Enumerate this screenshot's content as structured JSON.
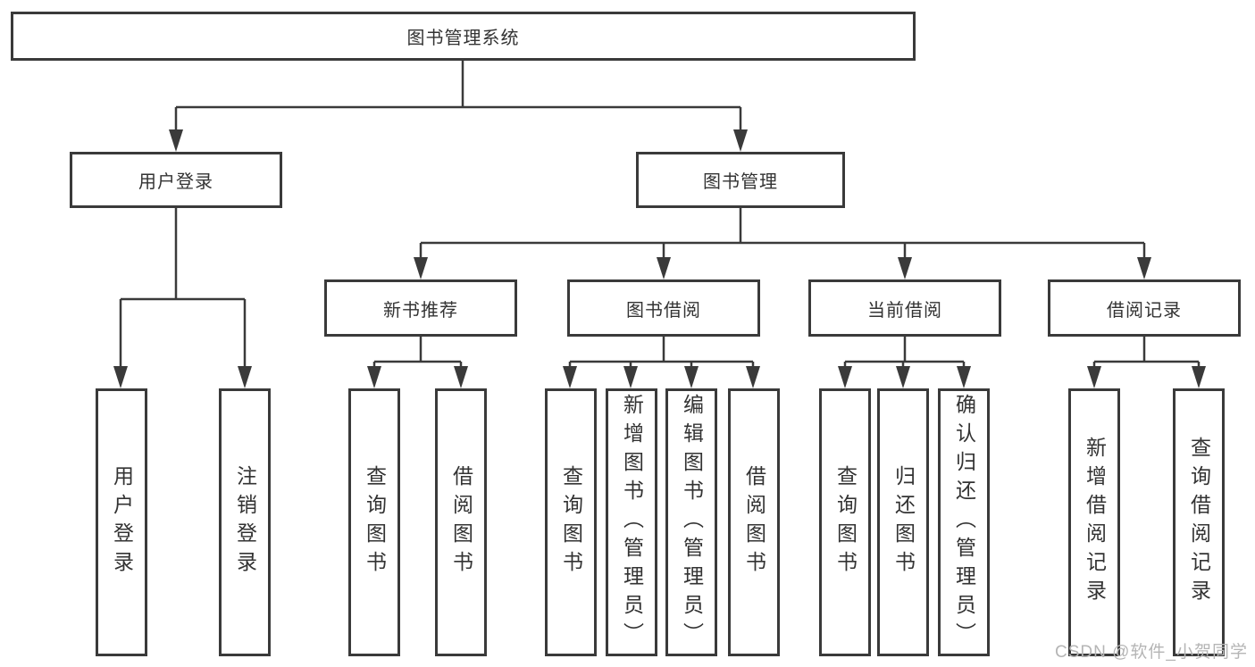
{
  "tree": {
    "label": "图书管理系统",
    "children": [
      {
        "label": "用户登录",
        "children": [
          {
            "label": "用户登录"
          },
          {
            "label": "注销登录"
          }
        ]
      },
      {
        "label": "图书管理",
        "children": [
          {
            "label": "新书推荐",
            "children": [
              {
                "label": "查询图书"
              },
              {
                "label": "借阅图书"
              }
            ]
          },
          {
            "label": "图书借阅",
            "children": [
              {
                "label": "查询图书"
              },
              {
                "label": "新增图书（管理员）"
              },
              {
                "label": "编辑图书（管理员）"
              },
              {
                "label": "借阅图书"
              }
            ]
          },
          {
            "label": "当前借阅",
            "children": [
              {
                "label": "查询图书"
              },
              {
                "label": "归还图书"
              },
              {
                "label": "确认归还（管理员）"
              }
            ]
          },
          {
            "label": "借阅记录",
            "children": [
              {
                "label": "新增借阅记录"
              },
              {
                "label": "查询借阅记录"
              }
            ]
          }
        ]
      }
    ]
  },
  "watermark": "CSDN @软件_小贺同学",
  "colors": {
    "line": "#3a3a3a",
    "box_border": "#3a3a3a",
    "text": "#333333",
    "background": "#ffffff",
    "watermark": "#b5b5b5"
  }
}
